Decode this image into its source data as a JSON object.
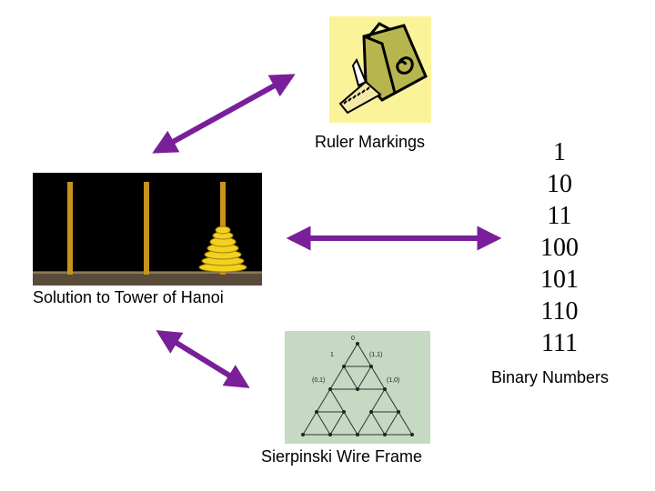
{
  "labels": {
    "ruler": "Ruler Markings",
    "hanoi": "Solution to Tower of Hanoi",
    "sierpinski": "Sierpinski Wire Frame",
    "binary": "Binary Numbers"
  },
  "binary_numbers": [
    "1",
    "10",
    "11",
    "100",
    "101",
    "110",
    "111"
  ],
  "sierpinski_node_labels": [
    "0",
    "1",
    "(1,1)",
    "(1,0)",
    "(0,1)"
  ],
  "colors": {
    "arrow": "#7a1f9a",
    "ruler_background": "#fbf39a",
    "hanoi_background": "#000000",
    "peg": "#c8921e",
    "disk": "#f2d21e",
    "sierpinski_background": "#c5d9c3"
  },
  "icons": [
    "tape-measure-icon",
    "tower-of-hanoi-image",
    "sierpinski-graph-image"
  ]
}
